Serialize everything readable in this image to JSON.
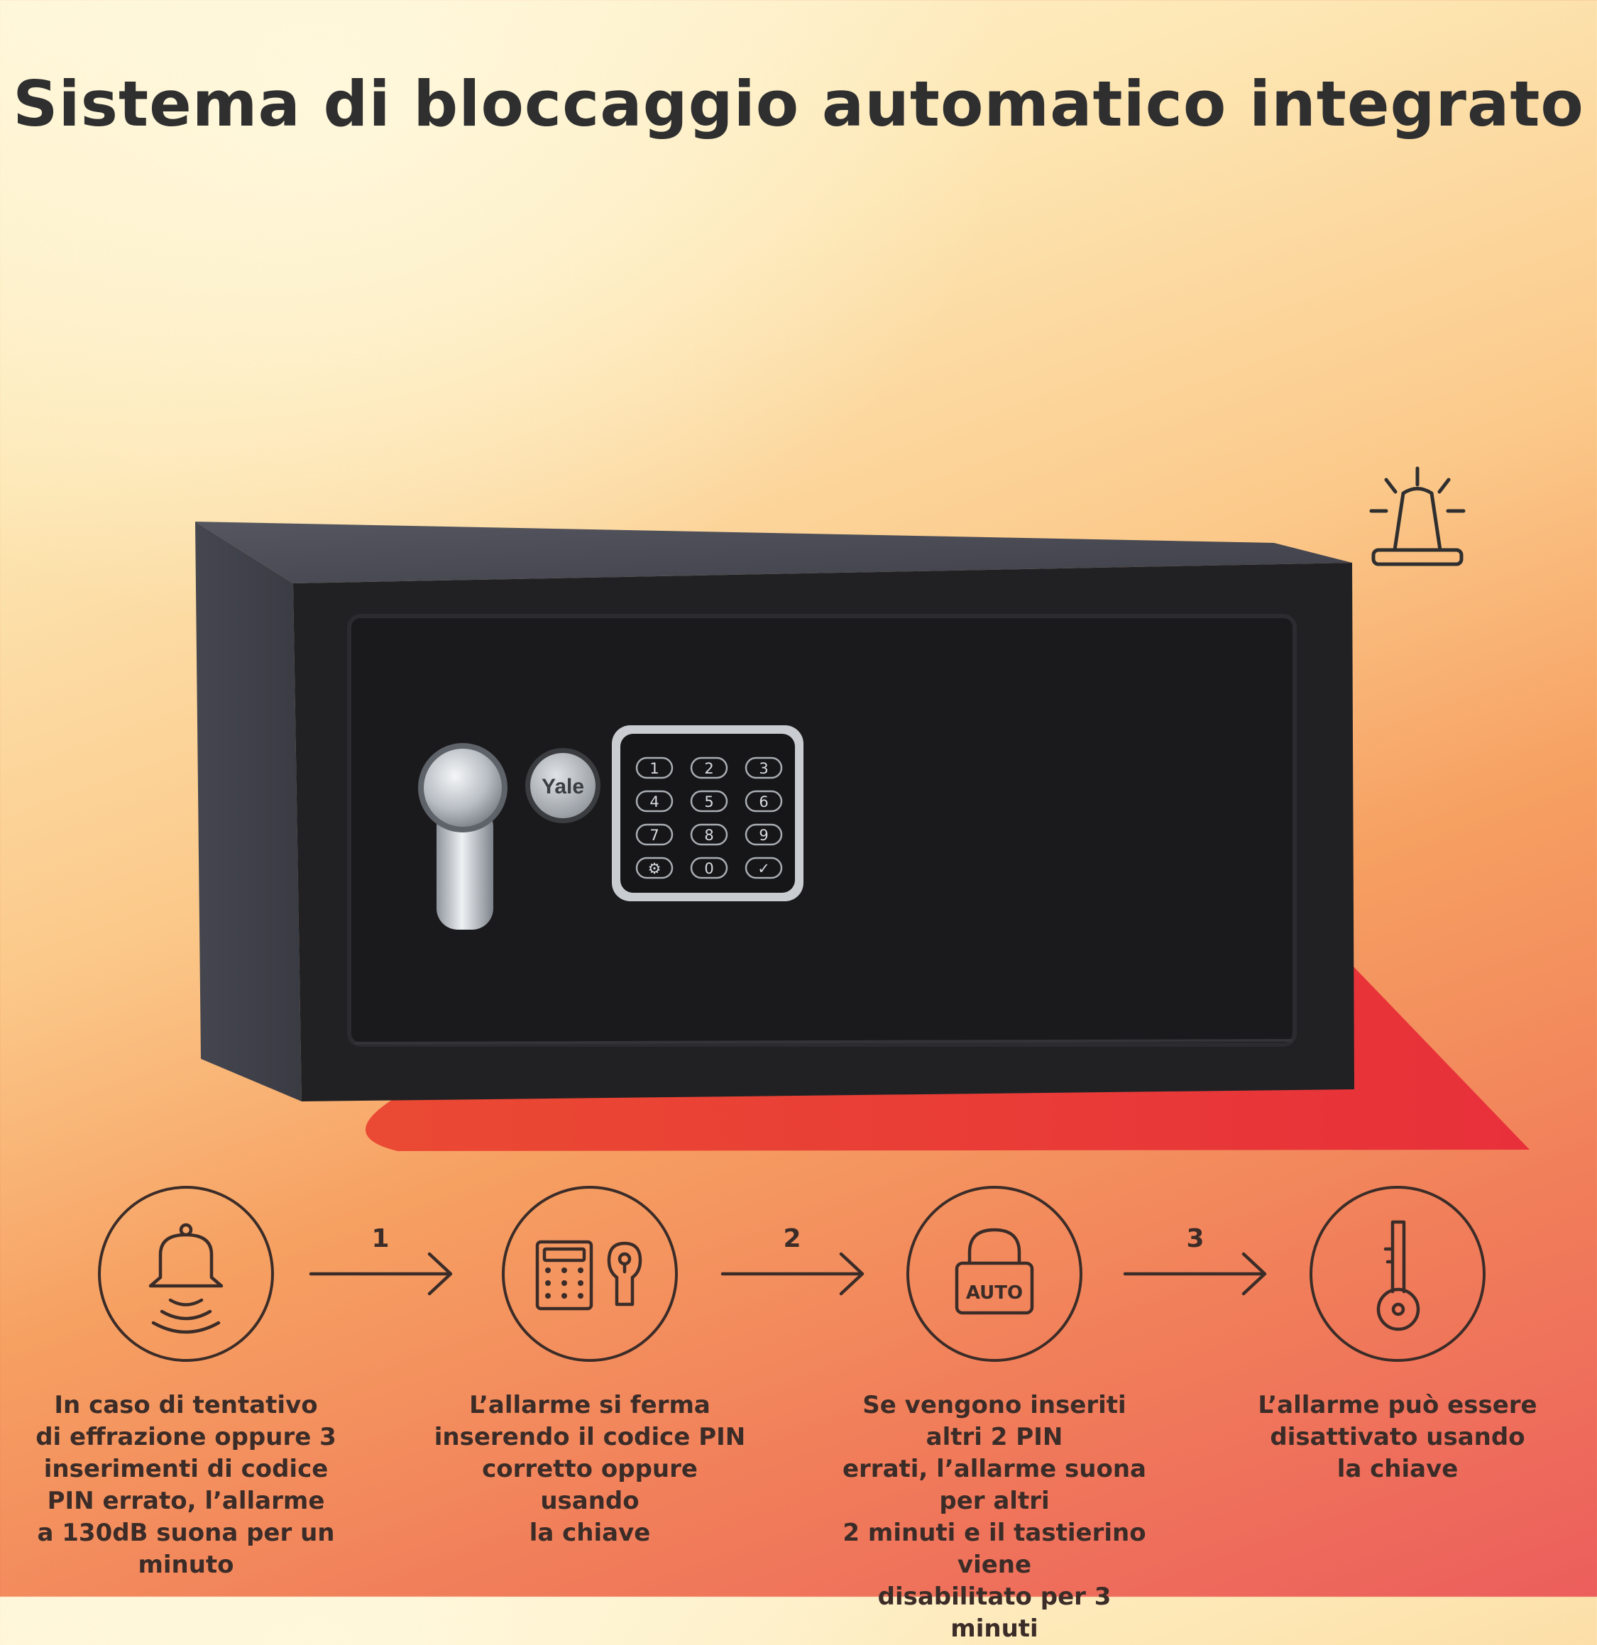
{
  "title": "Sistema di bloccaggio automatico integrato",
  "brand_label": "Yale",
  "keypad_keys": [
    "1",
    "2",
    "3",
    "4",
    "5",
    "6",
    "7",
    "8",
    "9",
    "⚙",
    "0",
    "✓"
  ],
  "steps": [
    {
      "icon": "alarm-bell-icon",
      "text": "In caso di tentativo\ndi effrazione oppure 3\ninserimenti di codice\nPIN errato, l’allarme\na 130dB suona per un\nminuto"
    },
    {
      "icon": "keypad-and-key-cylinder-icon",
      "text": "L’allarme si ferma\ninserendo il codice PIN\ncorretto oppure usando\nla chiave"
    },
    {
      "icon": "auto-lock-icon",
      "lock_label": "AUTO",
      "text": "Se vengono inseriti altri 2 PIN\nerrati, l’allarme suona per altri\n2 minuti e il tastierino viene\ndisabilitato per 3 minuti"
    },
    {
      "icon": "key-icon",
      "text": "L’allarme può essere\ndisattivato usando\nla chiave"
    }
  ],
  "arrows": [
    "1",
    "2",
    "3"
  ],
  "colors": {
    "title": "#2f2f2f",
    "text": "#3b2c28",
    "shadow": "#e8333a",
    "safe_body": "#4a4b55",
    "safe_door": "#1b1b1d"
  }
}
